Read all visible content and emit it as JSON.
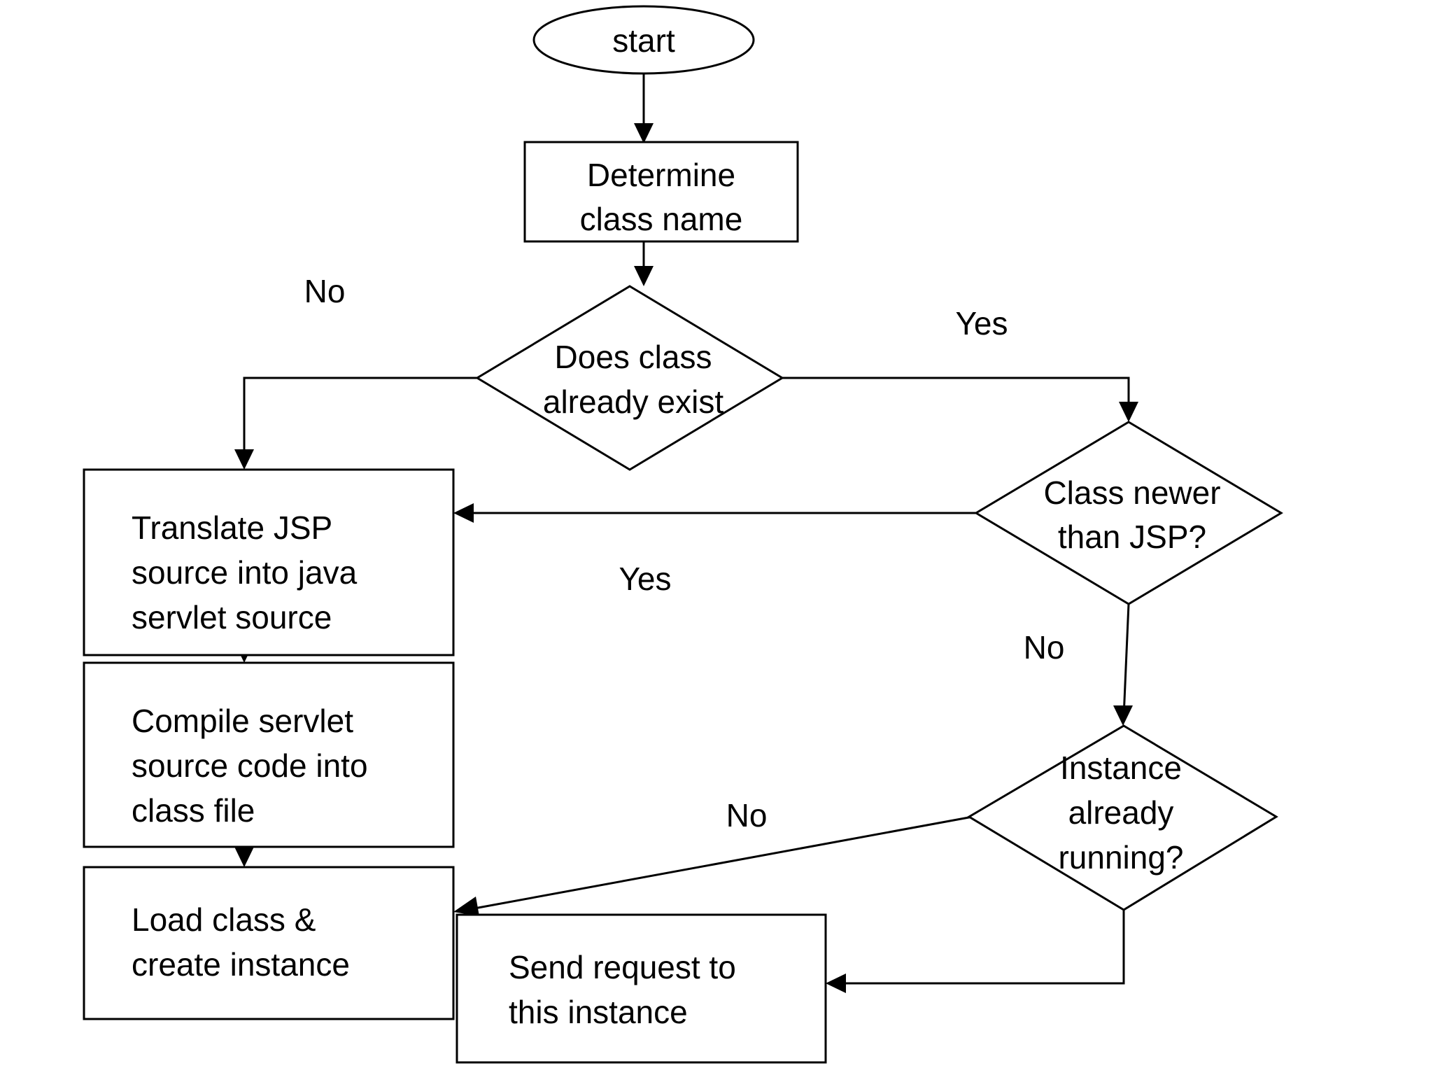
{
  "diagram": {
    "type": "flowchart",
    "title": "JSP request handling lifecycle flowchart",
    "background_color": "#ffffff",
    "stroke_color": "#000000",
    "text_color": "#000000"
  },
  "nodes": {
    "start": {
      "shape": "ellipse",
      "label": "start"
    },
    "determine_class_name": {
      "shape": "rectangle",
      "line1": "Determine",
      "line2": "class name"
    },
    "class_exists": {
      "shape": "diamond",
      "line1": "Does class",
      "line2": "already exist"
    },
    "class_newer": {
      "shape": "diamond",
      "line1": "Class newer",
      "line2": "than JSP?"
    },
    "instance_running": {
      "shape": "diamond",
      "line1": "Instance",
      "line2": "already",
      "line3": "running?"
    },
    "translate_jsp": {
      "shape": "rectangle",
      "line1": "Translate  JSP",
      "line2": "source into java",
      "line3": "servlet source"
    },
    "compile_servlet": {
      "shape": "rectangle",
      "line1": "Compile  servlet",
      "line2": "source code into",
      "line3": "class file"
    },
    "load_class": {
      "shape": "rectangle",
      "line1": "Load class &",
      "line2": "create instance"
    },
    "send_request": {
      "shape": "rectangle",
      "line1": "Send request to",
      "line2": "this instance"
    }
  },
  "edge_labels": {
    "class_exists_no": "No",
    "class_exists_yes": "Yes",
    "class_newer_yes": "Yes",
    "class_newer_no": "No",
    "instance_running_no": "No"
  },
  "edges": [
    {
      "from": "start",
      "to": "determine_class_name",
      "label": ""
    },
    {
      "from": "determine_class_name",
      "to": "class_exists",
      "label": ""
    },
    {
      "from": "class_exists",
      "to": "translate_jsp",
      "label": "No"
    },
    {
      "from": "class_exists",
      "to": "class_newer",
      "label": "Yes"
    },
    {
      "from": "class_newer",
      "to": "translate_jsp",
      "label": "Yes"
    },
    {
      "from": "class_newer",
      "to": "instance_running",
      "label": "No"
    },
    {
      "from": "translate_jsp",
      "to": "compile_servlet",
      "label": ""
    },
    {
      "from": "compile_servlet",
      "to": "load_class",
      "label": ""
    },
    {
      "from": "instance_running",
      "to": "load_class",
      "label": "No"
    },
    {
      "from": "instance_running",
      "to": "send_request",
      "label": ""
    }
  ]
}
